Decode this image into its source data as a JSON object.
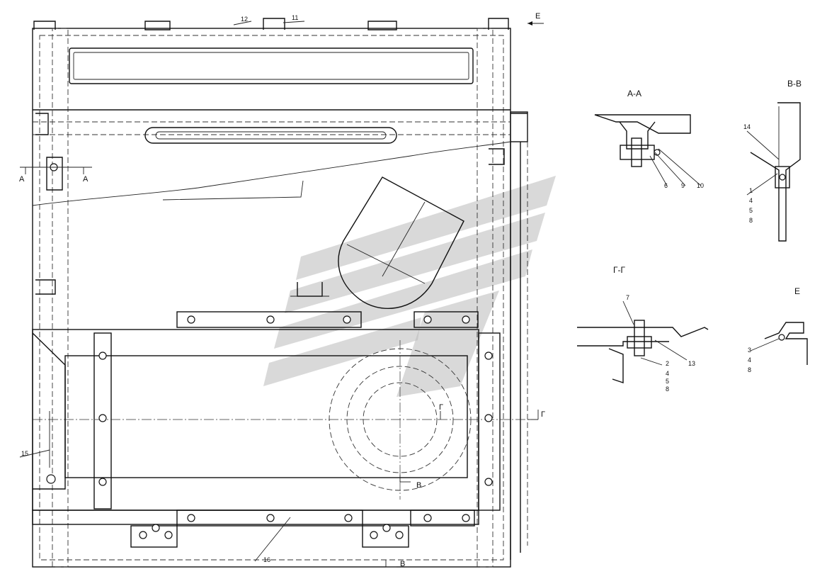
{
  "views": {
    "main": {
      "view_mark": "Е"
    },
    "section_aa": {
      "title": "А-А",
      "cut_mark_left": "А",
      "cut_mark_right": "А"
    },
    "section_bb": {
      "title": "В-В",
      "cut_mark_top": "В",
      "cut_mark_bottom": "В"
    },
    "section_gg": {
      "title": "Г-Г",
      "cut_mark_left": "Г",
      "cut_mark_right": "Г"
    },
    "view_e": {
      "title": "Е"
    }
  },
  "callouts": {
    "main": [
      "12",
      "11",
      "15",
      "16"
    ],
    "section_aa": [
      "6",
      "9",
      "10"
    ],
    "section_bb": [
      "14",
      "1",
      "4",
      "5",
      "8"
    ],
    "section_gg": [
      "7",
      "2",
      "4",
      "5",
      "8",
      "13"
    ],
    "view_e": [
      "3",
      "4",
      "8"
    ]
  },
  "colors": {
    "line": "#111111",
    "watermark": "#b9b9b9"
  }
}
